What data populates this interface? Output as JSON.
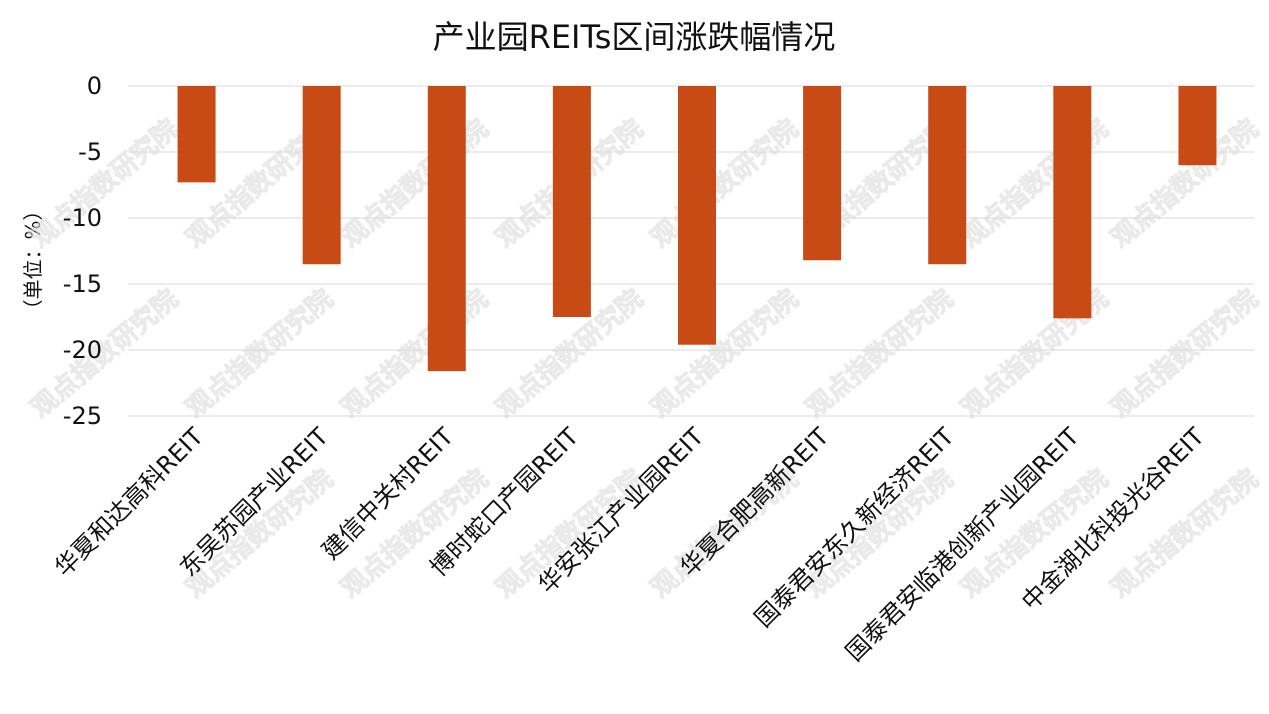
{
  "chart_data": {
    "type": "bar",
    "title": "产业园REITs区间涨跌幅情况",
    "ylabel": "（单位：%）",
    "xlabel": "",
    "categories": [
      "华夏和达高科REIT",
      "东吴苏园产业REIT",
      "建信中关村REIT",
      "博时蛇口产园REIT",
      "华安张江产业园REIT",
      "华夏合肥高新REIT",
      "国泰君安东久新经济REIT",
      "国泰君安临港创新产业园REIT",
      "中金湖北科投光谷REIT"
    ],
    "values": [
      -7.3,
      -13.5,
      -21.6,
      -17.5,
      -19.6,
      -13.2,
      -13.5,
      -17.6,
      -6.0
    ],
    "ylim": [
      -25,
      0
    ],
    "yticks": [
      "0",
      "-5",
      "-10",
      "-15",
      "-20",
      "-25"
    ],
    "grid": true,
    "legend": "none",
    "bar_color": "#c84b16",
    "watermark": "观点指数研究院"
  }
}
